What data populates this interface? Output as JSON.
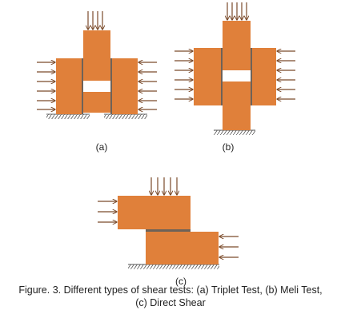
{
  "colors": {
    "brick": "#e0803a",
    "brick_edge": "#d06f2c",
    "mortar": "#6e6258",
    "arrow": "#7a4a2a",
    "support": "#555555"
  },
  "panels": [
    {
      "id": "a",
      "label": "(a)"
    },
    {
      "id": "b",
      "label": "(b)"
    },
    {
      "id": "c",
      "label": "(c)"
    }
  ],
  "caption": {
    "line1": "Figure. 3. Different types of shear tests: (a) Triplet Test, (b) Meli Test,",
    "line2": "(c) Direct Shear"
  }
}
